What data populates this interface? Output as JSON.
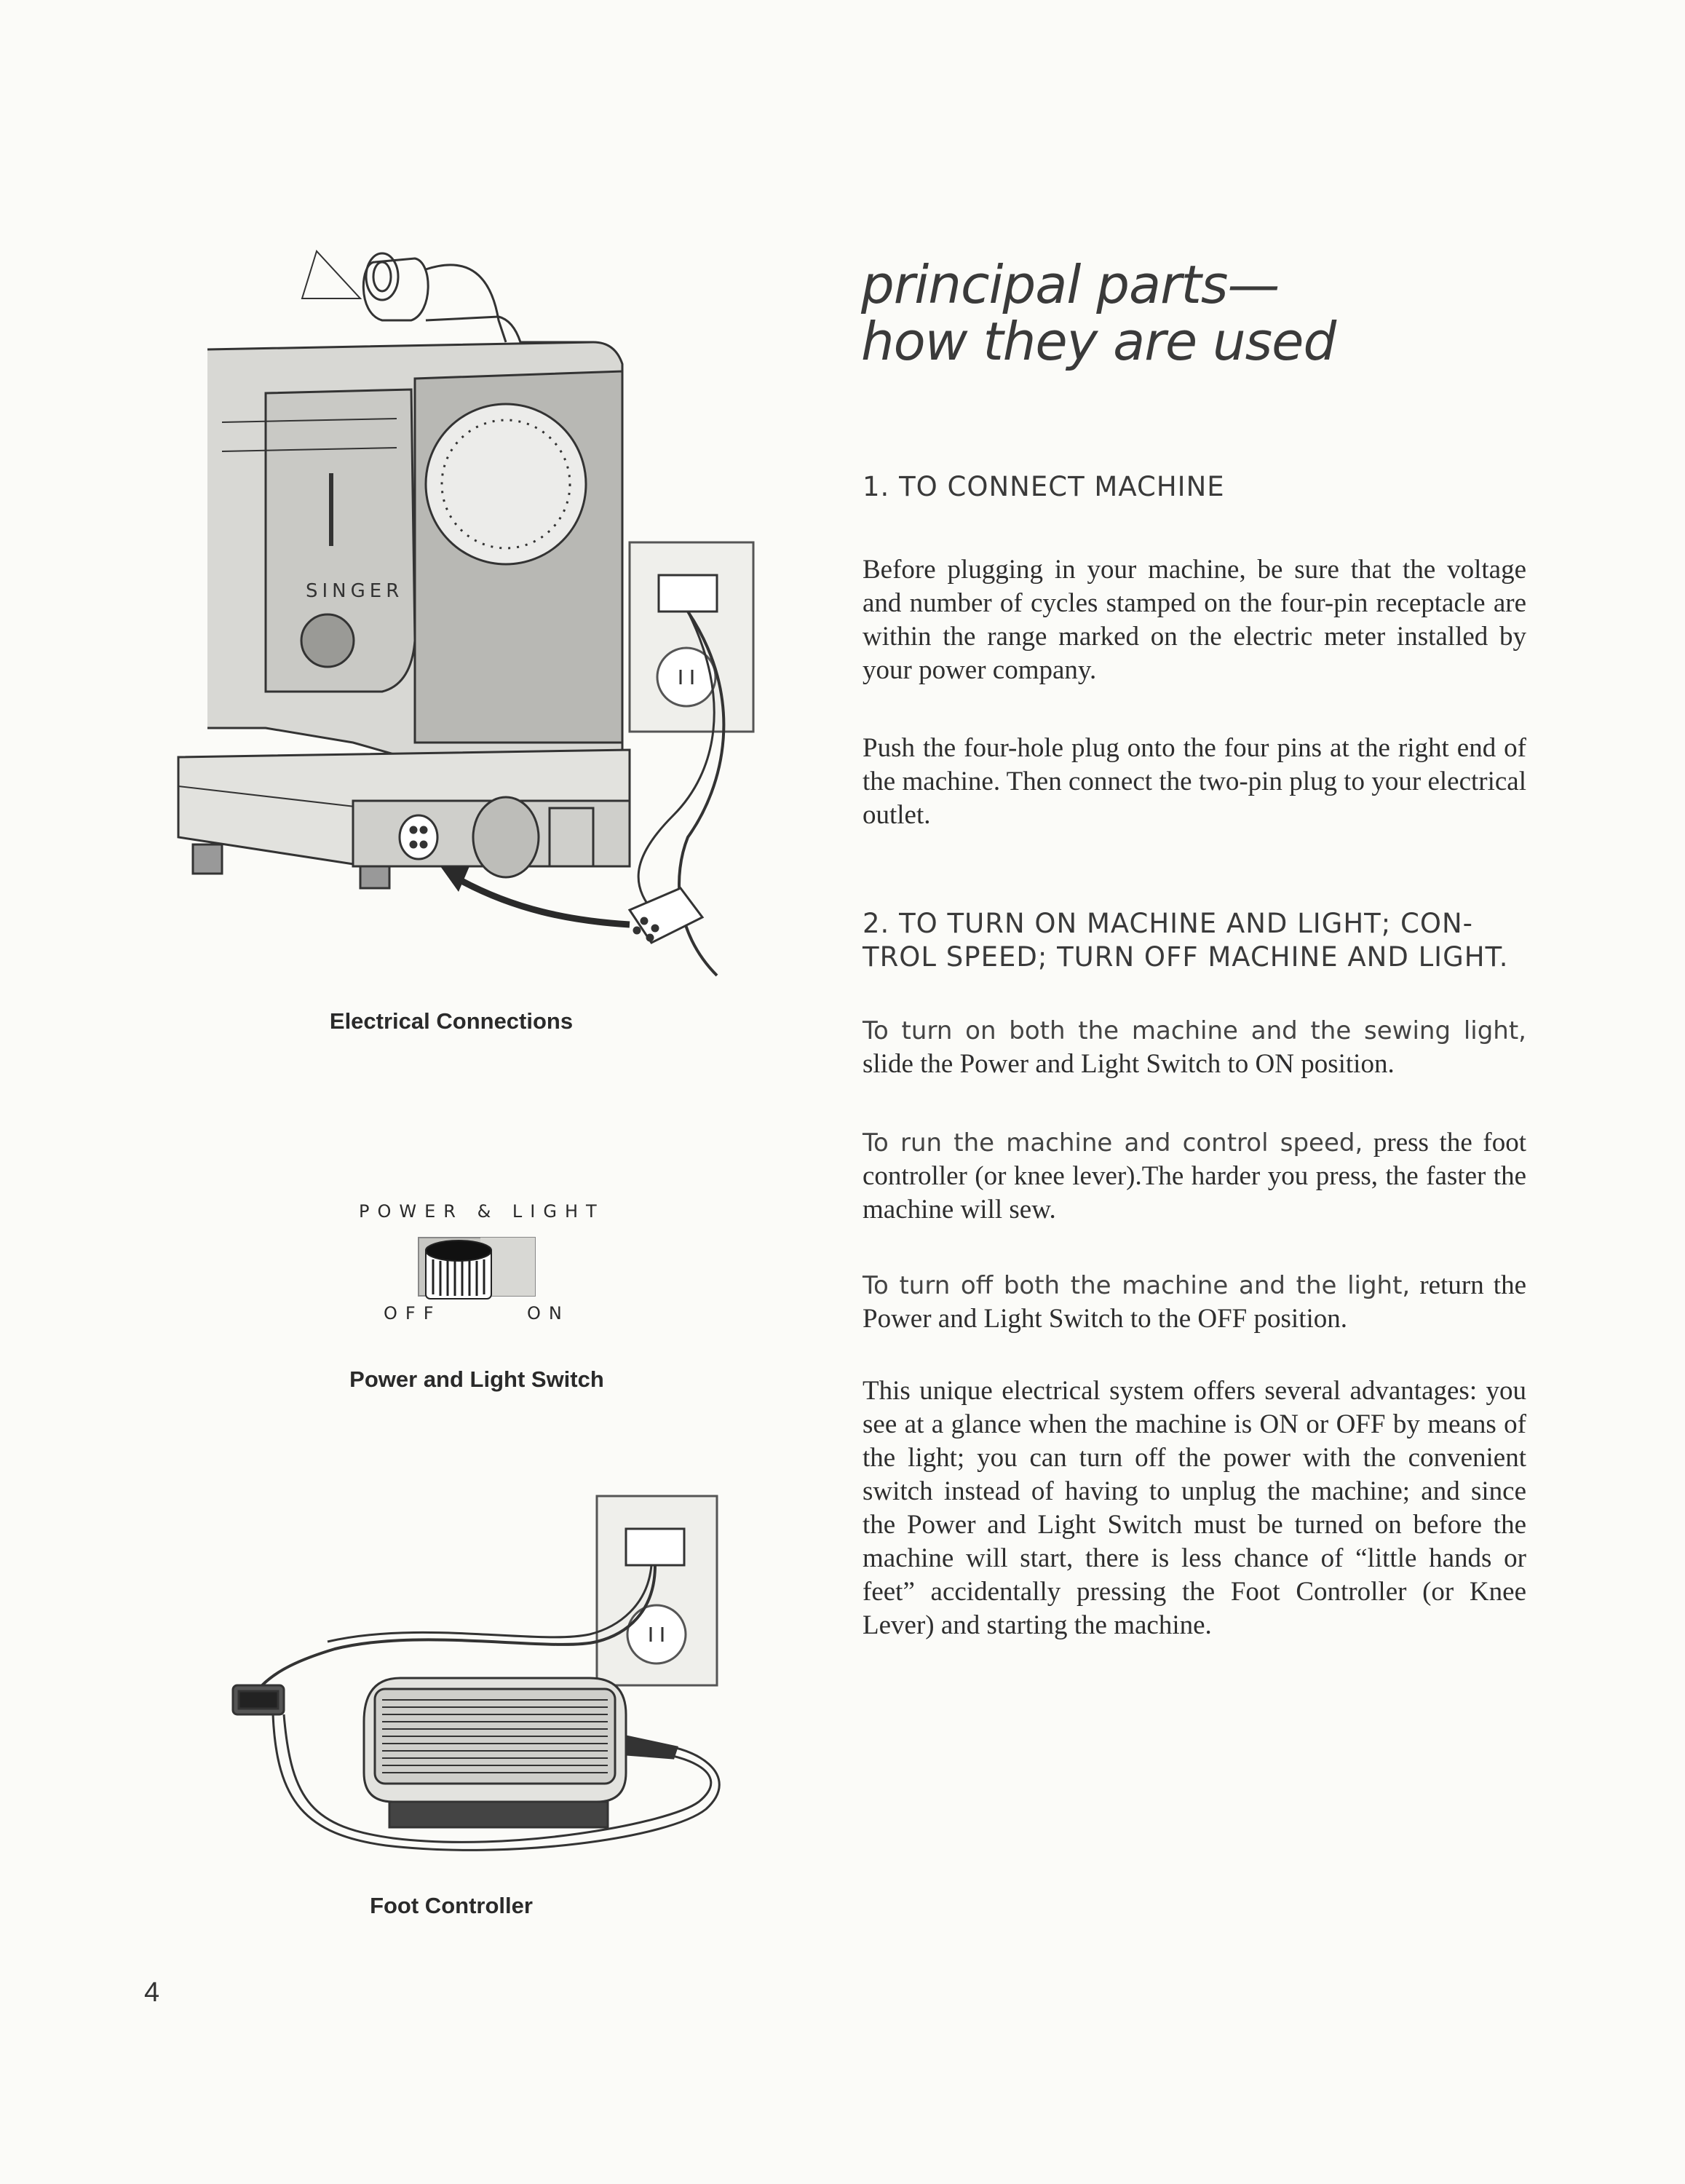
{
  "title": {
    "line1": "principal parts—",
    "line2": "how they are used"
  },
  "section1": {
    "heading": "1. TO CONNECT MACHINE",
    "para1": "Before plugging in your machine, be sure that the voltage and number of cycles stamped on the four-pin receptacle are within the range marked on the electric meter installed by your power company.",
    "para2": "Push the four-hole plug onto the four pins at the right end of the machine. Then connect the two-pin plug to your electrical outlet."
  },
  "section2": {
    "heading_line1": "2. TO TURN ON MACHINE AND LIGHT; CON-",
    "heading_line2": "TROL SPEED; TURN OFF MACHINE AND LIGHT.",
    "turn_on_lead": "To turn on both the machine and the sewing light,",
    "turn_on_text": "slide the Power and Light Switch to ON position.",
    "run_lead": "To run the machine and control speed,",
    "run_text": "press the foot controller (or knee lever).The harder you press, the faster the machine will sew.",
    "turn_off_lead": "To turn off both the machine and the light,",
    "turn_off_text": "return the Power and Light Switch to the OFF position.",
    "advantages": "This unique electrical system offers several advantages: you see at a glance when the machine is ON or OFF by means of the light; you can turn off the power with the convenient switch instead of having to unplug the machine; and since the Power and Light Switch must be turned on before the machine will start, there is less chance of “little hands or feet” accidentally pressing the Foot Controller (or Knee Lever) and starting the machine."
  },
  "figures": {
    "electrical_caption": "Electrical Connections",
    "switch_top_label": "POWER & LIGHT",
    "switch_off_label": "OFF",
    "switch_on_label": "ON",
    "switch_caption": "Power and Light Switch",
    "foot_caption": "Foot Controller",
    "machine_brand": "SINGER"
  },
  "page_number": "4"
}
